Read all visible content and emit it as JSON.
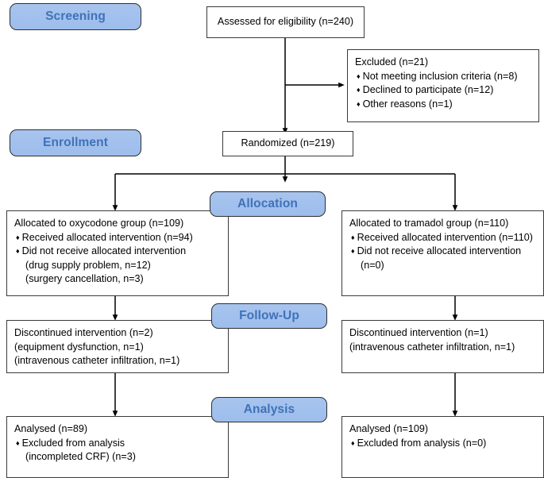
{
  "diagram": {
    "title": "CONSORT participant flow diagram",
    "accent_pill_fill": "#a8c4ee",
    "accent_pill_text": "#3f72b8",
    "box_border": "#3a3a3a",
    "line_color": "#000000"
  },
  "stages": [
    {
      "id": "screening",
      "label": "Screening"
    },
    {
      "id": "enrollment",
      "label": "Enrollment"
    },
    {
      "id": "allocation",
      "label": "Allocation"
    },
    {
      "id": "followup",
      "label": "Follow-Up"
    },
    {
      "id": "analysis",
      "label": "Analysis"
    }
  ],
  "boxes": {
    "assessed": {
      "text": "Assessed for eligibility (n=240)"
    },
    "excluded": {
      "heading": "Excluded  (n=21)",
      "items": [
        "Not meeting inclusion criteria (n=8)",
        "Declined to participate (n=12)",
        "Other reasons (n=1)"
      ]
    },
    "randomized": {
      "text": "Randomized (n=219)"
    },
    "alloc_left": {
      "heading": "Allocated to oxycodone group (n=109)",
      "items": [
        "Received allocated intervention (n=94)",
        "Did not receive allocated intervention"
      ],
      "continuations": [
        "(drug supply problem, n=12)",
        "(surgery cancellation, n=3)"
      ]
    },
    "alloc_right": {
      "heading": "Allocated to tramadol group (n=110)",
      "items": [
        "Received allocated intervention (n=110)",
        "Did not receive allocated intervention"
      ],
      "continuations": [
        "(n=0)"
      ]
    },
    "followup_left": {
      "heading": "Discontinued intervention (n=2)",
      "lines": [
        "(equipment dysfunction, n=1)",
        "(intravenous catheter infiltration, n=1)"
      ]
    },
    "followup_right": {
      "heading": "Discontinued intervention (n=1)",
      "lines": [
        "(intravenous catheter infiltration, n=1)"
      ]
    },
    "analysis_left": {
      "heading": "Analysed  (n=89)",
      "items": [
        "Excluded from analysis"
      ],
      "continuations": [
        "(incompleted CRF) (n=3)"
      ]
    },
    "analysis_right": {
      "heading": "Analysed  (n=109)",
      "items": [
        "Excluded from analysis (n=0)"
      ],
      "continuations": []
    }
  },
  "glyphs": {
    "bullet": "♦"
  }
}
